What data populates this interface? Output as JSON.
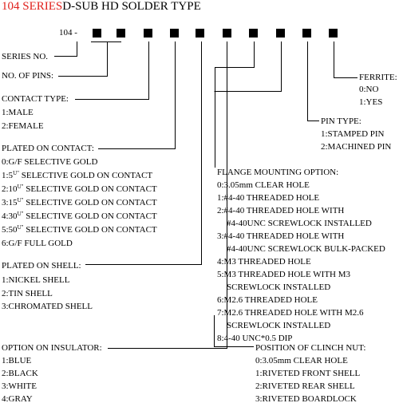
{
  "title": {
    "series": "104 SERIES",
    "rest": "D-SUB HD SOLDER TYPE"
  },
  "part_number": {
    "prefix": "104 -"
  },
  "series_no": "SERIES NO.",
  "no_of_pins": "NO. OF PINS:",
  "contact_type": {
    "label": "CONTACT TYPE:",
    "options": [
      "1:MALE",
      "2:FEMALE"
    ]
  },
  "plated_on_contact": {
    "label": "PLATED ON CONTACT:",
    "options": [
      {
        "code": "0:G/F SELECTIVE GOLD",
        "sup": "",
        "rest": ""
      },
      {
        "code": "1:5",
        "sup": "U\"",
        "rest": " SELECTIVE GOLD ON CONTACT"
      },
      {
        "code": "2:10",
        "sup": "U\"",
        "rest": " SELECTIVE GOLD ON CONTACT"
      },
      {
        "code": "3:15",
        "sup": "U\"",
        "rest": " SELECTIVE GOLD ON CONTACT"
      },
      {
        "code": "4:30",
        "sup": "U\"",
        "rest": " SELECTIVE GOLD ON CONTACT"
      },
      {
        "code": "5:50",
        "sup": "U\"",
        "rest": " SELECTIVE GOLD ON CONTACT"
      },
      {
        "code": "6:G/F FULL GOLD",
        "sup": "",
        "rest": ""
      }
    ]
  },
  "plated_on_shell": {
    "label": "PLATED ON SHELL:",
    "options": [
      "1:NICKEL SHELL",
      "2:TIN SHELL",
      "3:CHROMATED SHELL"
    ]
  },
  "option_on_insulator": {
    "label": "OPTION ON INSULATOR:",
    "options": [
      "1:BLUE",
      "2:BLACK",
      "3:WHITE",
      "4:GRAY"
    ]
  },
  "flange_mounting": {
    "label": "FLANGE MOUNTING OPTION:",
    "lines": [
      {
        "text": "0:3.05mm CLEAR HOLE",
        "indent": false
      },
      {
        "text": "1:#4-40 THREADED HOLE",
        "indent": false
      },
      {
        "text": "2:#4-40 THREADED HOLE WITH",
        "indent": false
      },
      {
        "text": "#4-40UNC SCREWLOCK INSTALLED",
        "indent": true
      },
      {
        "text": "3:#4-40 THREADED HOLE WITH",
        "indent": false
      },
      {
        "text": "#4-40UNC SCREWLOCK BULK-PACKED",
        "indent": true
      },
      {
        "text": "4:M3 THREADED HOLE",
        "indent": false
      },
      {
        "text": "5:M3 THREADED HOLE WITH M3",
        "indent": false
      },
      {
        "text": "SCREWLOCK INSTALLED",
        "indent": true
      },
      {
        "text": "6:M2.6 THREADED HOLE",
        "indent": false
      },
      {
        "text": "7:M2.6 THREADED HOLE WITH M2.6",
        "indent": false
      },
      {
        "text": "SCREWLOCK INSTALLED",
        "indent": true
      },
      {
        "text": "8:4-40 UNC*0.5 DIP",
        "indent": false
      }
    ]
  },
  "position_of_clinch_nut": {
    "label": "POSITION OF CLINCH NUT:",
    "options": [
      "0:3.05mm CLEAR HOLE",
      "1:RIVETED FRONT SHELL",
      "2:RIVETED REAR SHELL",
      "3:RIVETED BOARDLOCK"
    ]
  },
  "pin_type": {
    "label": "PIN TYPE:",
    "options": [
      "1:STAMPED PIN",
      "2:MACHINED PIN"
    ]
  },
  "ferrite": {
    "label": "FERRITE:",
    "options": [
      "0:NO",
      "1:YES"
    ]
  }
}
